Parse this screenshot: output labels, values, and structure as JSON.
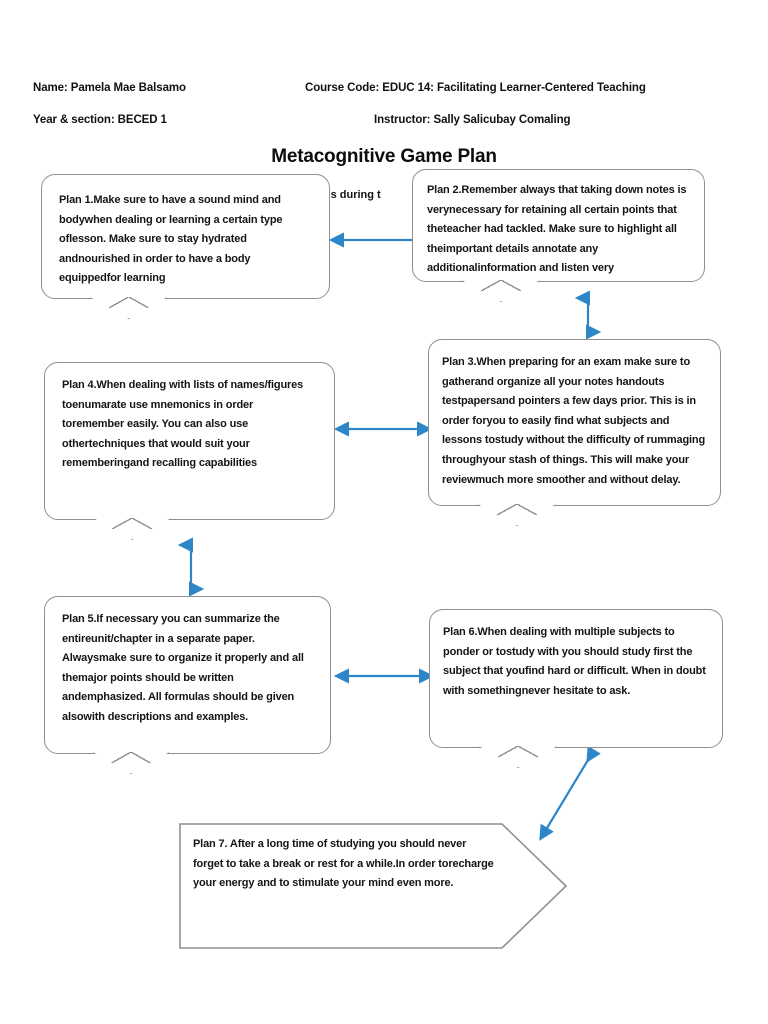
{
  "header": {
    "name_label": "Name: Pamela Mae Balsamo",
    "course_label": "Course Code: EDUC 14: Facilitating Learner-Centered Teaching",
    "year_label": "Year & section: BECED 1",
    "instructor_label": "Instructor:  Sally Salicubay Comaling"
  },
  "title": "Metacognitive Game Plan",
  "stray_text": "y skills during t",
  "colors": {
    "arrow": "#2e86c8",
    "box_border": "#8f8f8f",
    "text": "#151515",
    "page_background": "#ffffff"
  },
  "plans": [
    {
      "id": "plan1",
      "label": "Plan 1",
      "text": "Plan 1.Make sure to have a sound mind and bodywhen dealing or learning a certain type oflesson. Make sure to stay hydrated andnourished in order to have a body equippedfor learning"
    },
    {
      "id": "plan2",
      "label": "Plan 2",
      "text": "Plan 2.Remember always that taking down notes is verynecessary for retaining all certain points that theteacher had tackled. Make sure to highlight all theimportant details annotate any additionalinformation and listen very"
    },
    {
      "id": "plan3",
      "label": "Plan 3",
      "text": "Plan 3.When preparing for an exam make sure to gatherand organize all your notes handouts testpapersand pointers a few days prior. This is in order foryou to easily find what subjects and lessons tostudy without the difficulty of rummaging throughyour stash of things. This will make your reviewmuch more smoother and without delay."
    },
    {
      "id": "plan4",
      "label": "Plan 4",
      "text": "Plan 4.When dealing with lists of names/figures toenumarate use mnemonics in order toremember easily. You can also use othertechniques that would suit your rememberingand recalling capabilities"
    },
    {
      "id": "plan5",
      "label": "Plan 5",
      "text": "Plan 5.If necessary you can summarize the entireunit/chapter in a separate paper. Alwaysmake sure to organize it properly and all themajor points should be written andemphasized. All formulas should be given alsowith descriptions and examples."
    },
    {
      "id": "plan6",
      "label": "Plan 6",
      "text": "Plan 6.When dealing with multiple subjects to ponder or tostudy with you should study first the subject that youfind hard or difficult. When in doubt with somethingnever hesitate to ask."
    },
    {
      "id": "plan7",
      "label": "Plan 7",
      "text": "Plan 7. After a long time of studying you should never forget to take a break or rest for a while.In order torecharge your energy and to stimulate your mind even more."
    }
  ],
  "connectors": [
    {
      "name": "connector-plan1-plan2",
      "direction": "horizontal-double"
    },
    {
      "name": "connector-plan2-plan3",
      "direction": "vertical-double"
    },
    {
      "name": "connector-plan3-plan4",
      "direction": "horizontal-double"
    },
    {
      "name": "connector-plan4-plan5",
      "direction": "vertical-double"
    },
    {
      "name": "connector-plan5-plan6",
      "direction": "horizontal-double"
    },
    {
      "name": "connector-plan6-plan7",
      "direction": "diagonal-double"
    }
  ]
}
